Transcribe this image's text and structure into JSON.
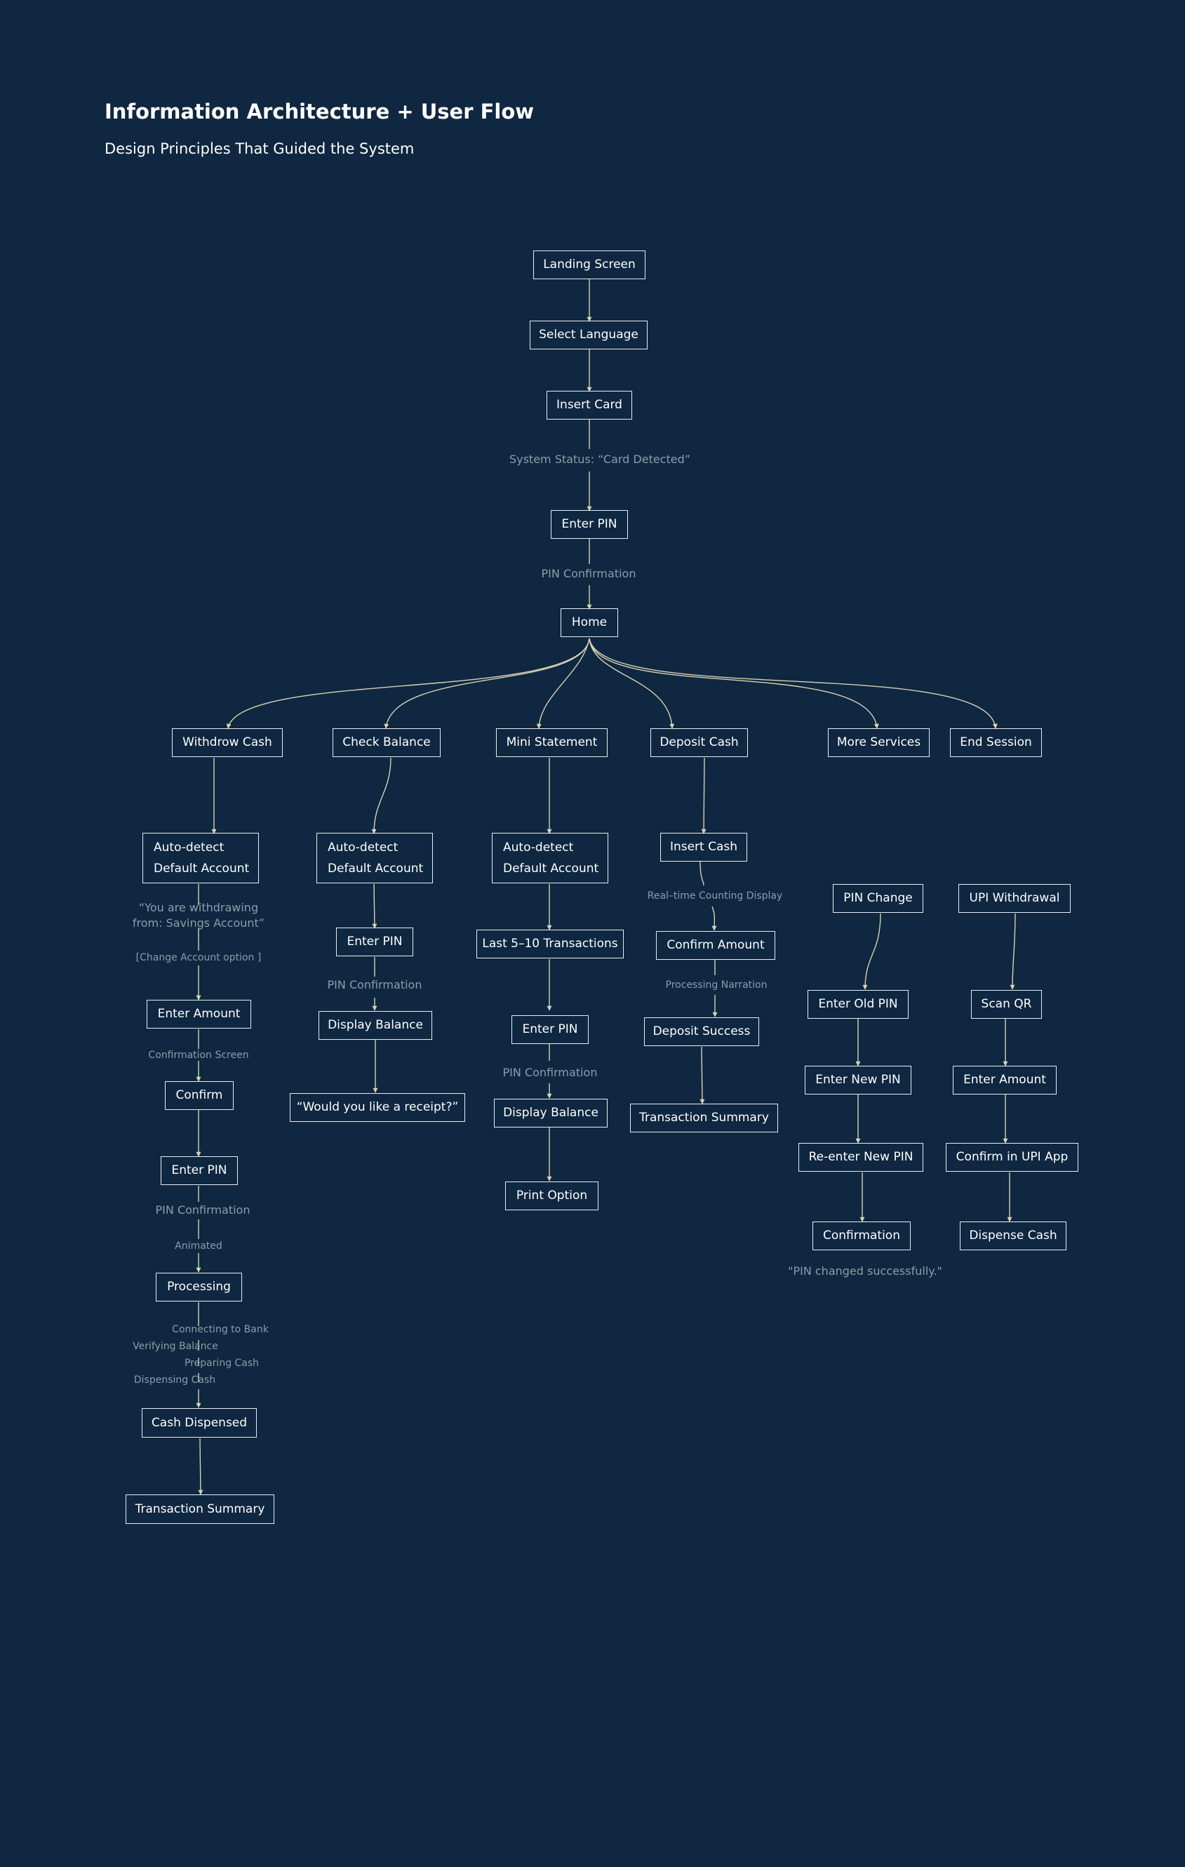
{
  "header": {
    "title": "Information Architecture + User Flow",
    "subtitle": "Design Principles That Guided the System"
  },
  "colors": {
    "background": "#0f2740",
    "node_border": "#e9edf2",
    "connector": "#d8d2b6",
    "note": "#8e9caa"
  },
  "nodes": {
    "landing": "Landing Screen",
    "language": "Select Language",
    "insert_card": "Insert Card",
    "enter_pin_main": "Enter PIN",
    "home": "Home",
    "withdraw": "Withdrow Cash",
    "check_balance": "Check Balance",
    "mini_statement": "Mini Statement",
    "deposit": "Deposit Cash",
    "more_services": "More Services",
    "end_session": "End Session",
    "w_autodetect_1": "Auto-detect",
    "w_autodetect_2": "Default Account",
    "w_enter_amount": "Enter Amount",
    "w_confirm": "Confirm",
    "w_enter_pin": "Enter PIN",
    "w_processing": "Processing",
    "w_cash_dispensed": "Cash Dispensed",
    "w_summary": "Transaction Summary",
    "b_autodetect_1": "Auto-detect",
    "b_autodetect_2": "Default Account",
    "b_enter_pin": "Enter PIN",
    "b_display_balance": "Display Balance",
    "b_receipt": "“Would you like a receipt?”",
    "m_autodetect_1": "Auto-detect",
    "m_autodetect_2": "Default Account",
    "m_last_transactions": "Last 5–10 Transactions",
    "m_enter_pin": "Enter PIN",
    "m_display_balance": "Display Balance",
    "m_print_option": "Print Option",
    "d_insert_cash": "Insert Cash",
    "d_confirm_amount": "Confirm Amount",
    "d_success": "Deposit Success",
    "d_summary": "Transaction Summary",
    "p_pin_change": "PIN Change",
    "p_old_pin": "Enter Old PIN",
    "p_new_pin": "Enter New PIN",
    "p_reenter": "Re-enter New PIN",
    "p_confirmation": "Confirmation",
    "u_upi": "UPI Withdrawal",
    "u_scan": "Scan QR",
    "u_enter_amount": "Enter Amount",
    "u_confirm_upi": "Confirm in UPI App",
    "u_dispense": "Dispense Cash"
  },
  "notes": {
    "card_detected": "System Status: “Card Detected”",
    "pin_confirmation_main": "PIN Confirmation",
    "withdrawing_from": "“You are withdrawing from: Savings Account”",
    "change_account": "[Change Account option ]",
    "confirmation_screen": "Confirmation Screen",
    "w_pin_confirmation": "PIN Confirmation",
    "animated": "Animated",
    "connecting": "Connecting to Bank",
    "verifying": "Verifying Balance",
    "preparing": "Preparing Cash",
    "dispensing": "Dispensing Cash",
    "b_pin_confirmation": "PIN Confirmation",
    "m_pin_confirmation": "PIN Confirmation",
    "counting": "Real–time Counting Display",
    "narration": "Processing Narration",
    "pin_changed": "\"PIN changed successfully.\""
  }
}
